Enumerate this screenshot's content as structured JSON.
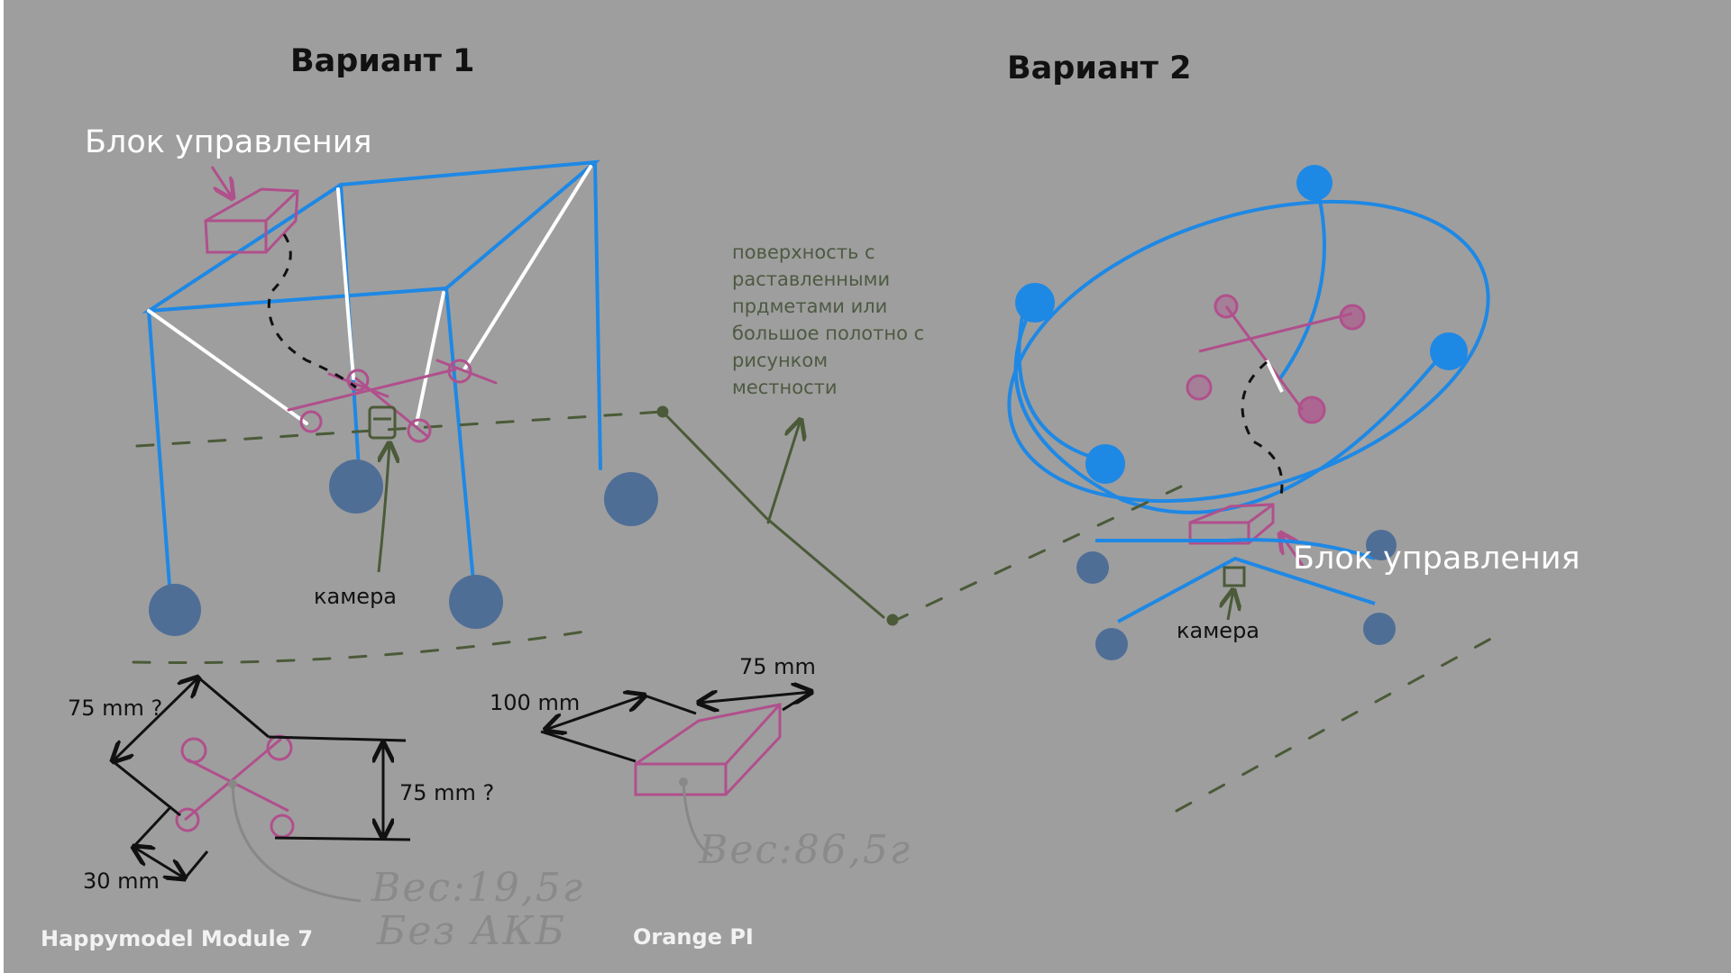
{
  "variant1": {
    "title": "Вариант 1",
    "control_unit_label": "Блок управления",
    "camera_label": "камера"
  },
  "variant2": {
    "title": "Вариант 2",
    "control_unit_label": "Блок управления",
    "camera_label": "камера"
  },
  "surface_note": "поверхность с раставленными прдметами или большое полотно с рисунком местности",
  "drone_sketch": {
    "dim_side": "75 mm ?",
    "dim_span": "75 mm ?",
    "dim_small": "30 mm",
    "weight_text": "Вес:19,5г",
    "weight_note": "Без АКБ",
    "caption": "Happymodel Module 7"
  },
  "board_sketch": {
    "dim_length": "100 mm",
    "dim_width": "75 mm",
    "weight_text": "Вес:86,5г",
    "caption": "Orange PI"
  },
  "colors": {
    "background": "#9e9e9e",
    "frame": "#1e88e5",
    "tether": "#ffffff",
    "drone": "#b0508c",
    "anchor": "#4f6e96",
    "ground": "#4b5a38",
    "wire": "#111111"
  }
}
